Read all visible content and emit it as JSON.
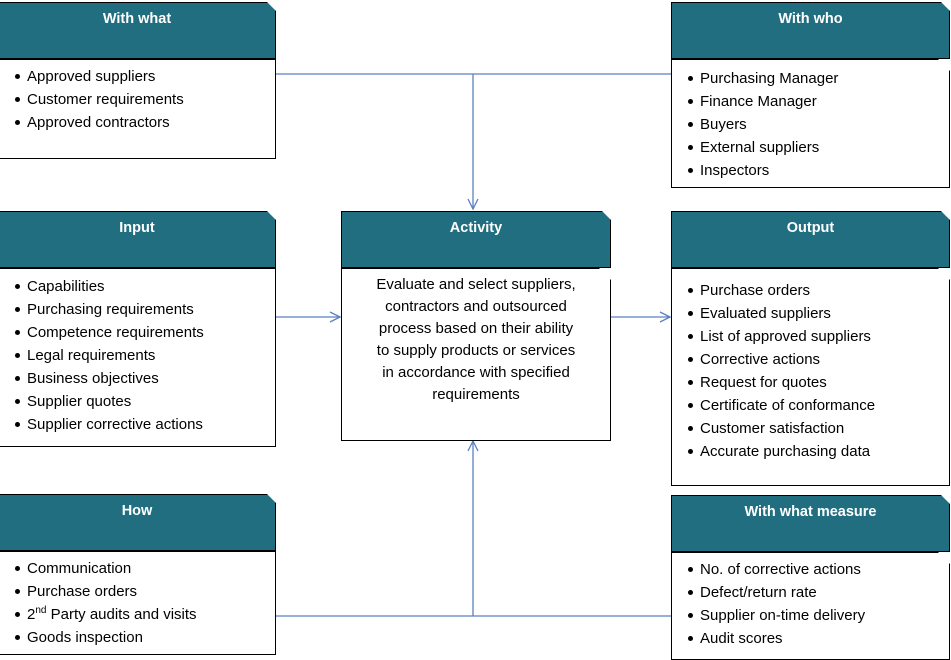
{
  "colors": {
    "header_bg": "#206e80",
    "header_text": "#ffffff",
    "connector": "#5b7fc4"
  },
  "with_what": {
    "title": "With what",
    "items": [
      "Approved suppliers",
      "Customer requirements",
      "Approved contractors"
    ]
  },
  "with_who": {
    "title": "With who",
    "items": [
      "Purchasing Manager",
      "Finance Manager",
      "Buyers",
      "External suppliers",
      "Inspectors"
    ]
  },
  "input": {
    "title": "Input",
    "items": [
      "Capabilities",
      "Purchasing requirements",
      "Competence requirements",
      "Legal requirements",
      "Business objectives",
      "Supplier quotes",
      "Supplier corrective actions"
    ]
  },
  "activity": {
    "title": "Activity",
    "lines": [
      "Evaluate and select suppliers,",
      "contractors and outsourced",
      "process based on their ability",
      "to supply products or services",
      "in accordance with specified",
      "requirements"
    ]
  },
  "output": {
    "title": "Output",
    "items": [
      "Purchase orders",
      "Evaluated suppliers",
      "List of approved suppliers",
      "Corrective actions",
      "Request for quotes",
      "Certificate of conformance",
      "Customer satisfaction",
      "Accurate purchasing data"
    ]
  },
  "how": {
    "title": "How",
    "items": [
      "Communication",
      "Purchase orders"
    ],
    "audit_sup": "nd",
    "audit_prefix": "2",
    "audit_rest": " Party audits and visits",
    "last_item": "Goods inspection"
  },
  "measure": {
    "title": "With what measure",
    "items": [
      "No. of corrective actions",
      "Defect/return rate",
      "Supplier on-time delivery",
      "Audit scores"
    ]
  }
}
